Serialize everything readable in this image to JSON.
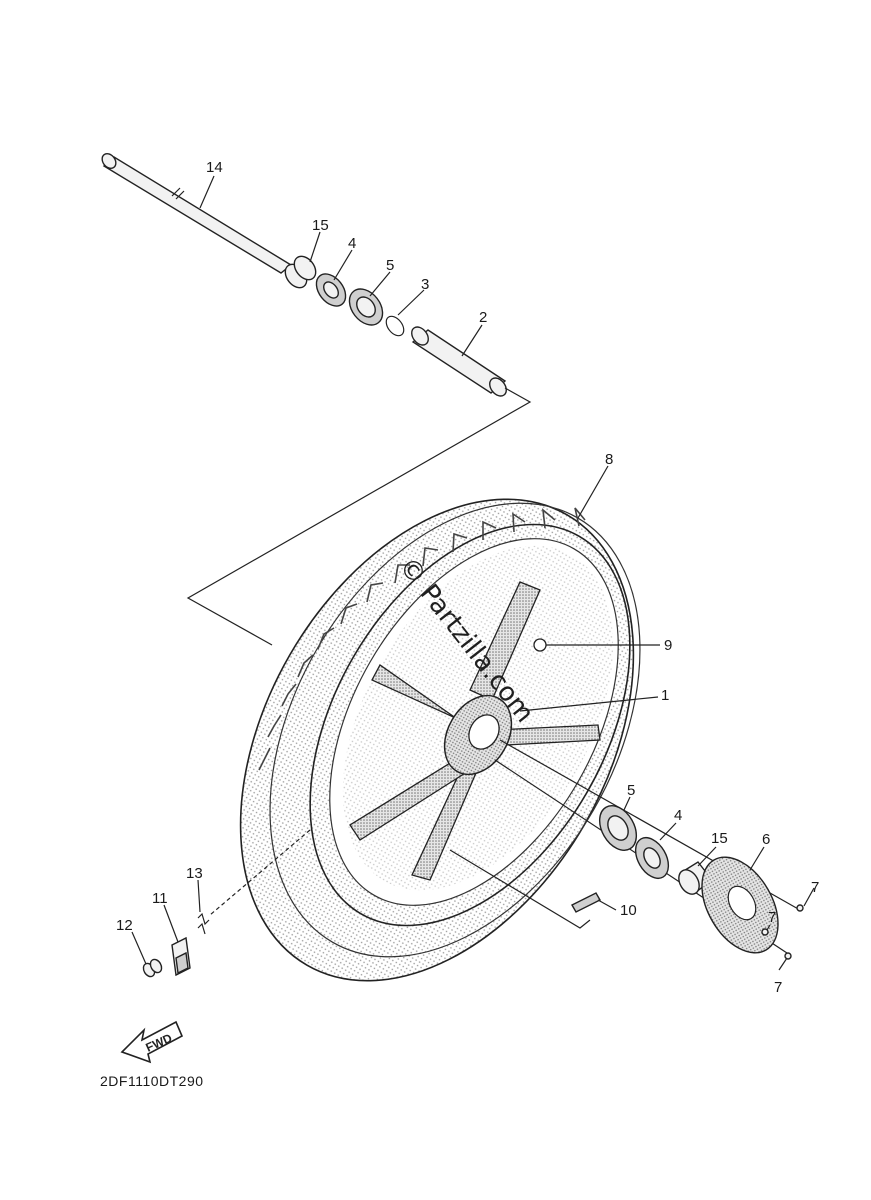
{
  "watermark": "© Partzilla.com",
  "diagram_code": "2DF1110DT290",
  "fwd_label": "FWD",
  "callouts": {
    "c14": "14",
    "c15a": "15",
    "c4a": "4",
    "c5a": "5",
    "c3": "3",
    "c2": "2",
    "c8": "8",
    "c9": "9",
    "c1": "1",
    "c5b": "5",
    "c4b": "4",
    "c15b": "15",
    "c6": "6",
    "c7a": "7",
    "c7b": "7",
    "c7c": "7",
    "c10": "10",
    "c13": "13",
    "c11": "11",
    "c12": "12"
  }
}
